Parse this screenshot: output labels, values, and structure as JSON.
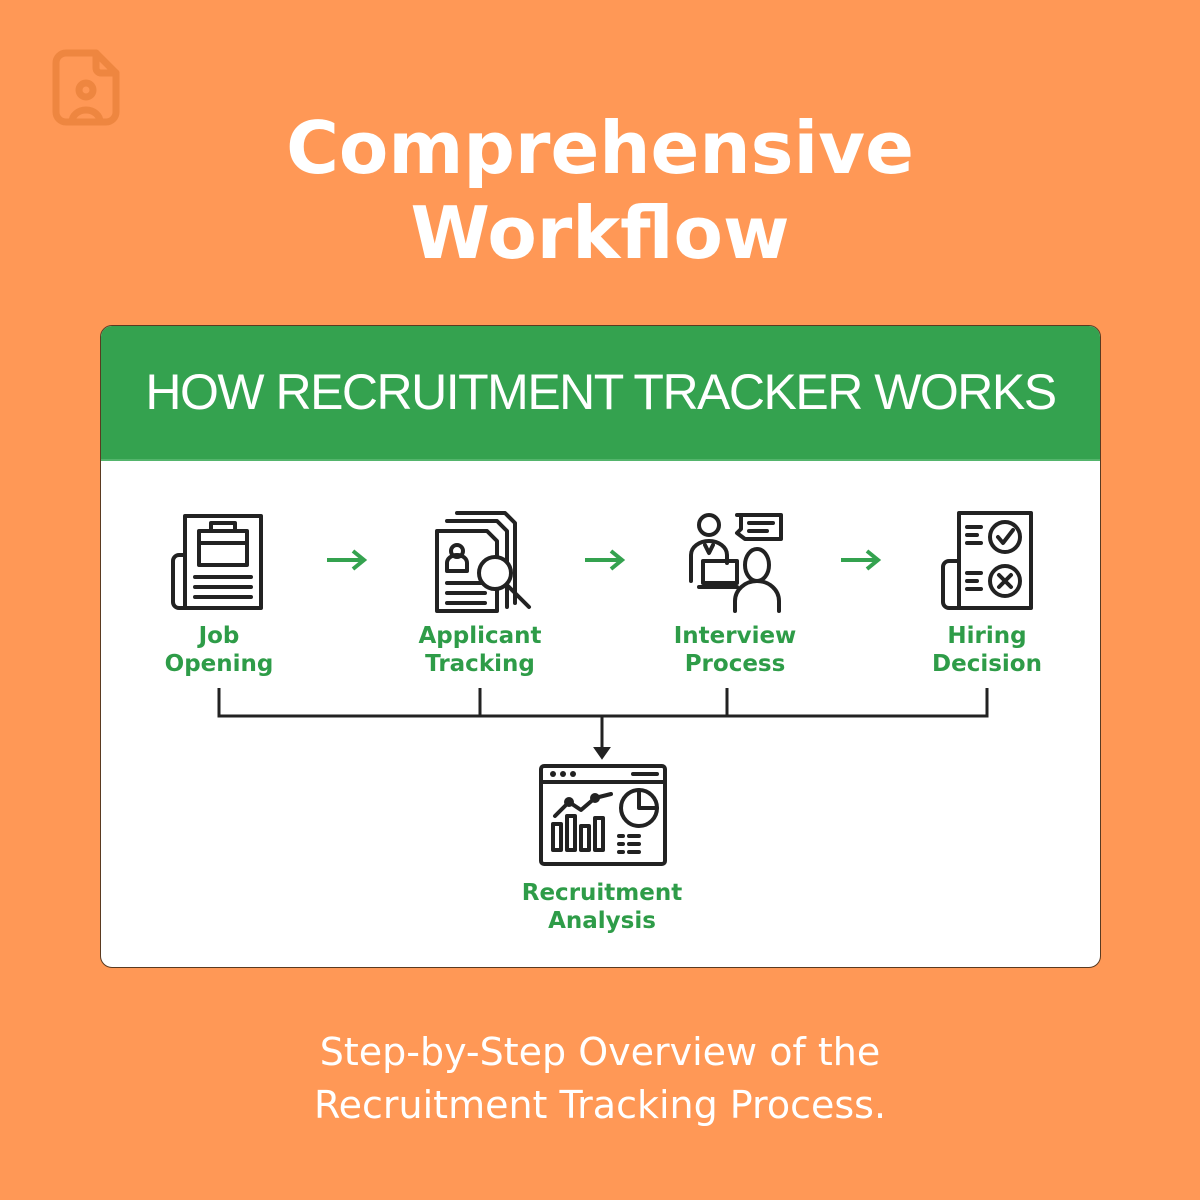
{
  "header": {
    "title_line1": "Comprehensive",
    "title_line2": "Workflow",
    "logo_icon": "document-person-icon"
  },
  "card": {
    "title": "HOW RECRUITMENT TRACKER WORKS",
    "steps": [
      {
        "line1": "Job",
        "line2": "Opening",
        "icon": "job-opening-icon"
      },
      {
        "line1": "Applicant",
        "line2": "Tracking",
        "icon": "applicant-tracking-icon"
      },
      {
        "line1": "Interview",
        "line2": "Process",
        "icon": "interview-icon"
      },
      {
        "line1": "Hiring",
        "line2": "Decision",
        "icon": "hiring-decision-icon"
      }
    ],
    "result": {
      "line1": "Recruitment",
      "line2": "Analysis",
      "icon": "analytics-dashboard-icon"
    }
  },
  "footer": {
    "line1": "Step-by-Step Overview of the",
    "line2": "Recruitment Tracking Process."
  },
  "colors": {
    "background": "#FF9856",
    "accent_green": "#34A24F",
    "text_green": "#2E9C48"
  }
}
